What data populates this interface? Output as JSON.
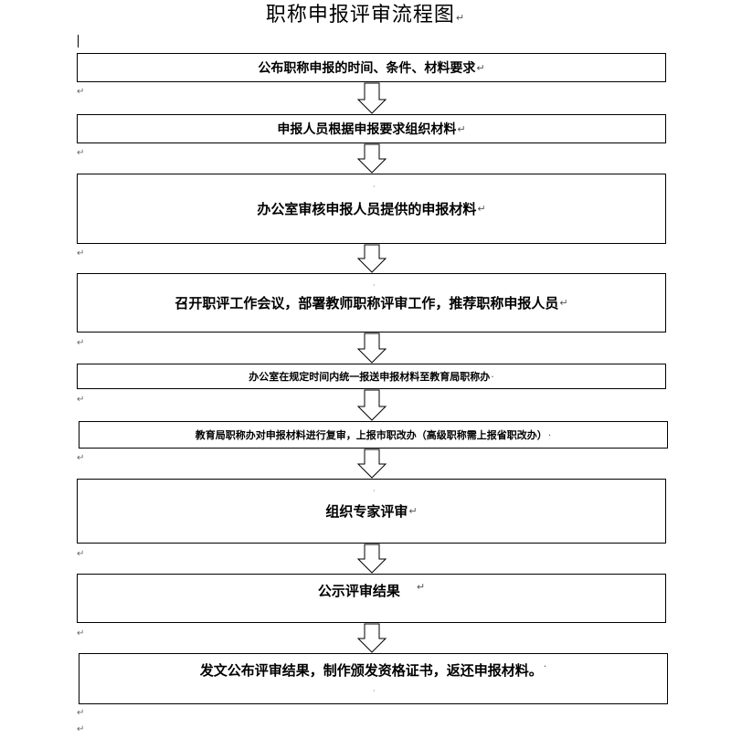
{
  "title": "职称申报评审流程图",
  "return_mark": "↵",
  "steps": [
    {
      "text": "公布职称申报的时间、条件、材料要求"
    },
    {
      "text": "申报人员根据申报要求组织材料"
    },
    {
      "text": "办公室审核申报人员提供的申报材料"
    },
    {
      "text": "召开职评工作会议，部署教师职称评审工作，推荐职称申报人员"
    },
    {
      "text": "办公室在规定时间内统一报送申报材料至教育局职称办"
    },
    {
      "text": "教育局职称办对申报材料进行复审，上报市职改办（高级职称需上报省职改办）"
    },
    {
      "text": "组织专家评审"
    },
    {
      "text": "公示评审结果"
    },
    {
      "text": "发文公布评审结果，制作颁发资格证书，返还申报材料。"
    }
  ]
}
